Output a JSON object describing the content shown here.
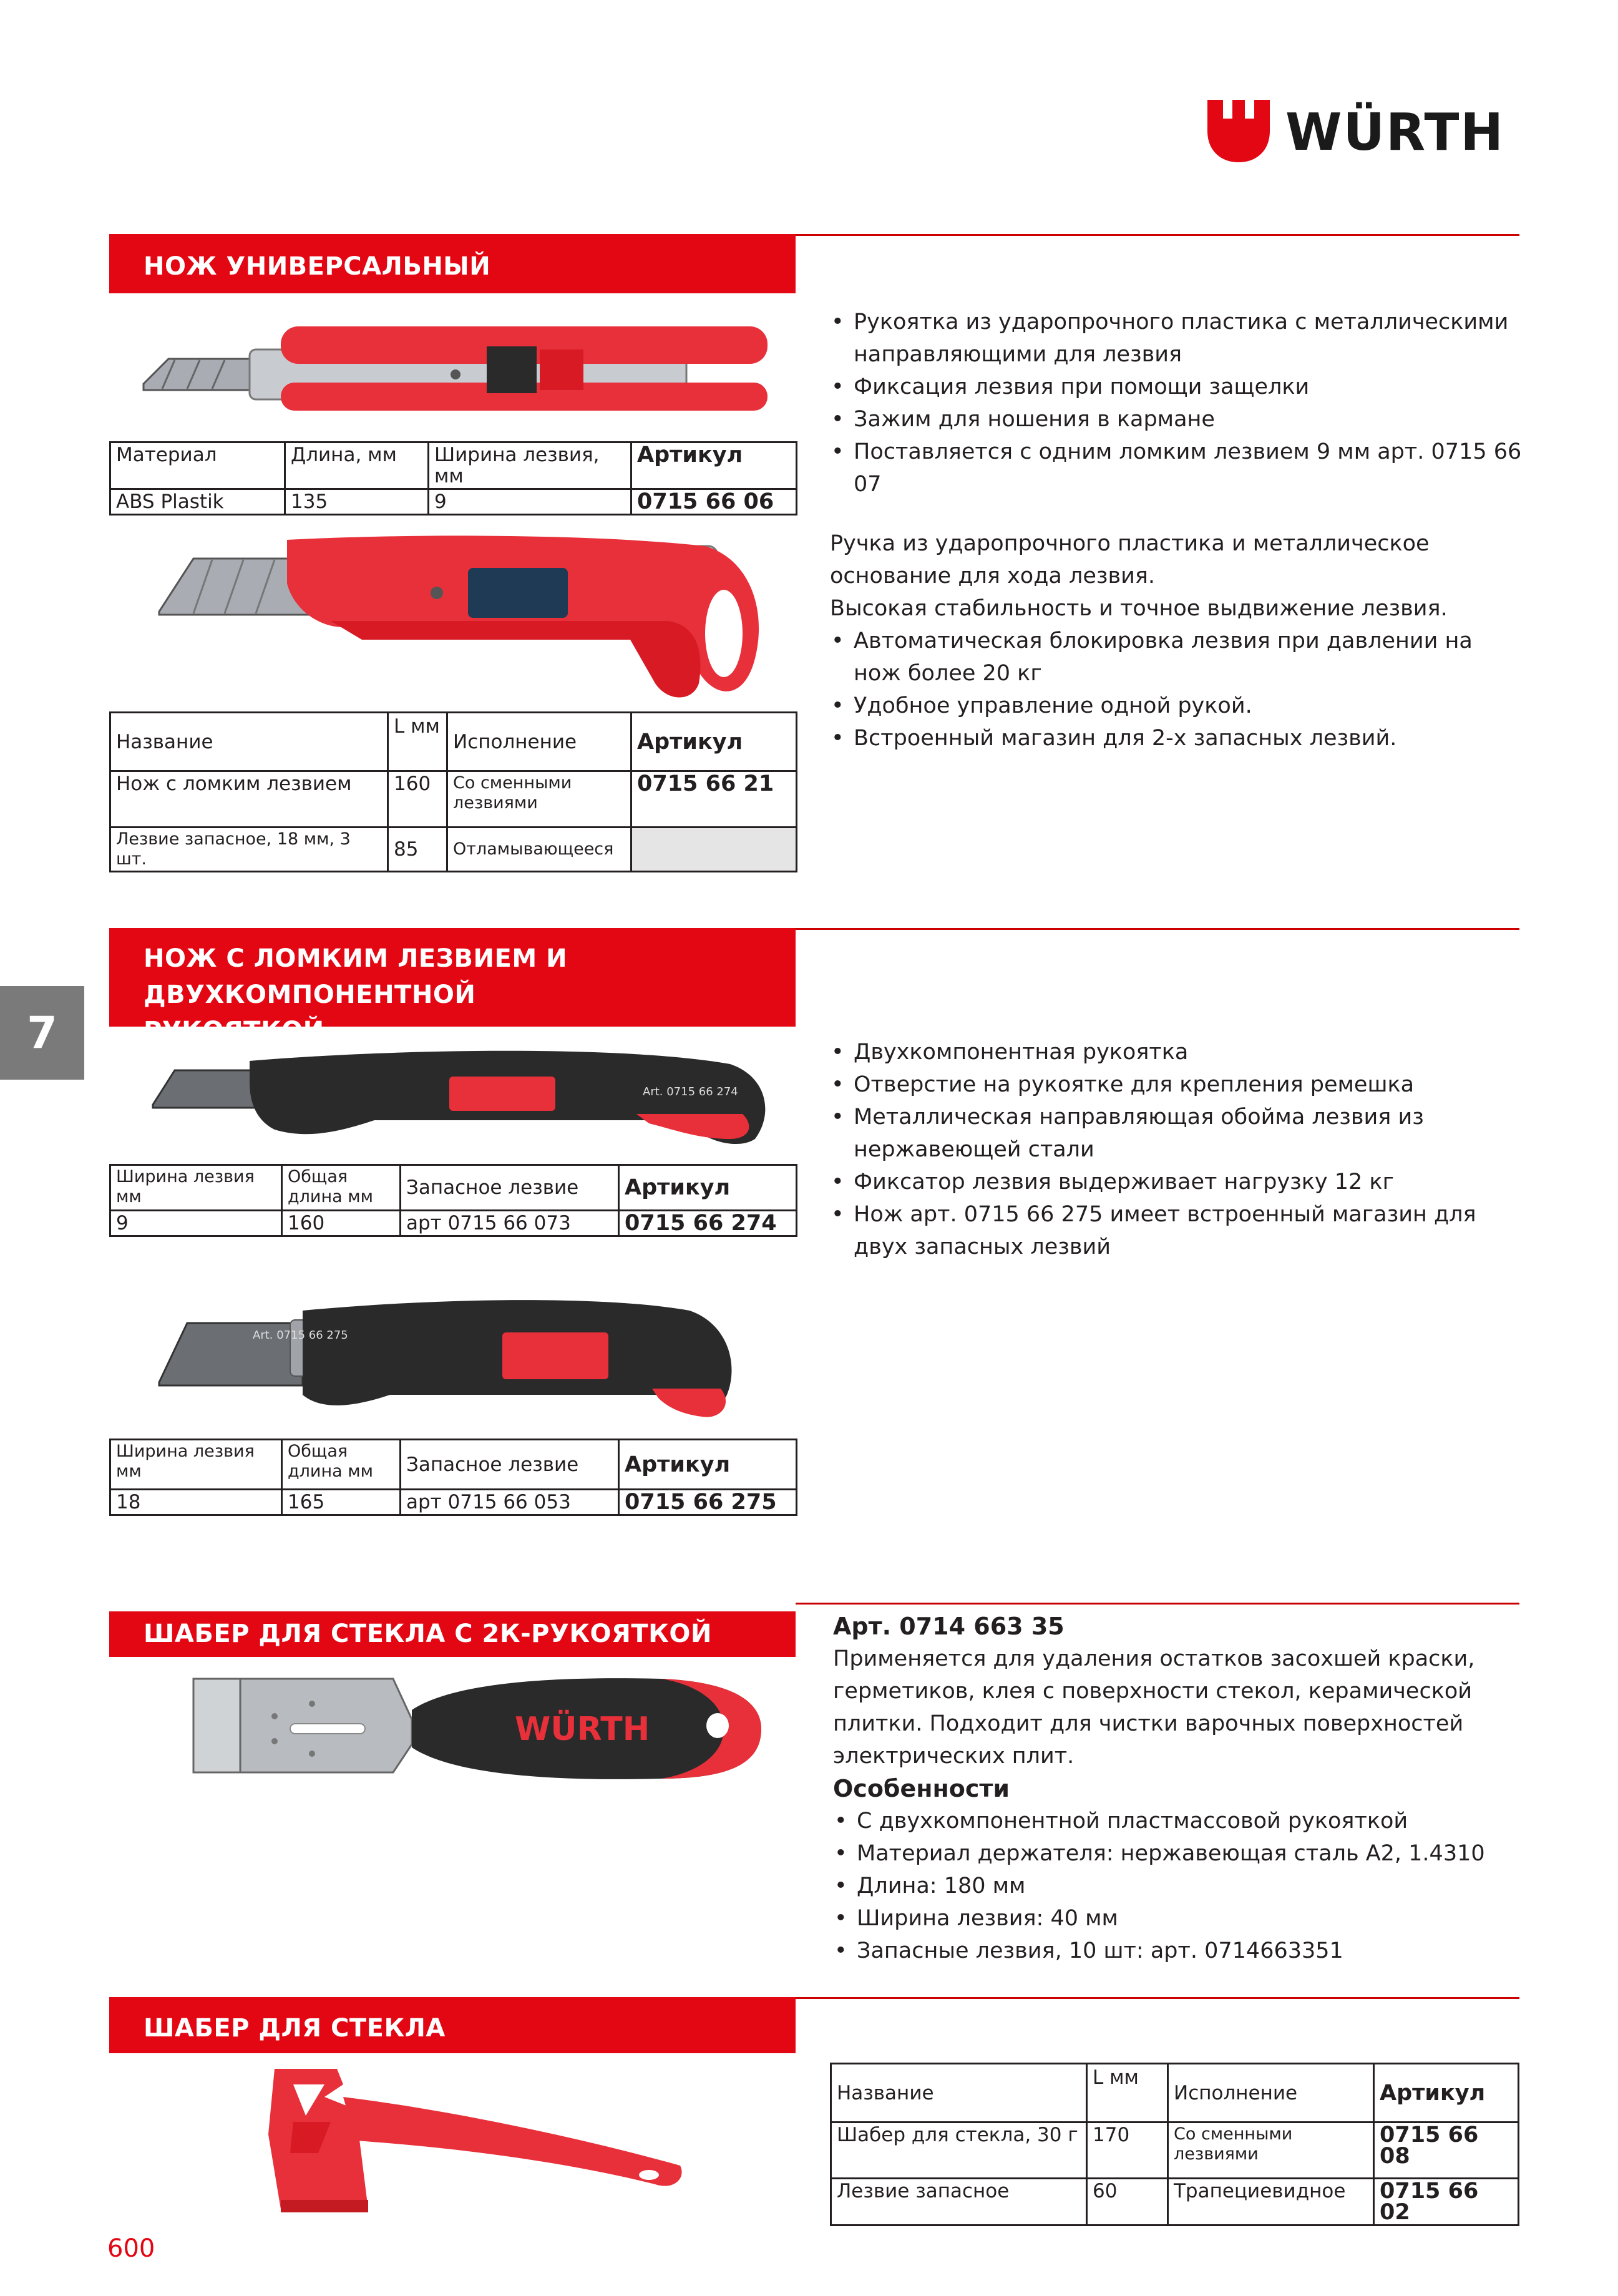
{
  "brand": {
    "name": "WÜRTH",
    "red": "#e30613",
    "dark": "#231f20"
  },
  "chapter_tab": "7",
  "page_number": "600",
  "sections": {
    "s1": {
      "title": "НОЖ УНИВЕРСАЛЬНЫЙ",
      "bullets": [
        "Рукоятка из ударопрочного пластика с металлическими направляющими для лезвия",
        "Фиксация лезвия при помощи защелки",
        "Зажим для ношения в кармане",
        "Поставляется с одним ломким лезвием 9 мм арт. 0715 66 07"
      ],
      "table1": {
        "headers": [
          "Материал",
          "Длина, мм",
          "Ширина лезвия, мм",
          "Артикул"
        ],
        "row": [
          "ABS Plastik",
          "135",
          "9",
          "0715 66 06"
        ]
      },
      "desc": [
        "Ручка из ударопрочного пластика и металлическое основание для хода лезвия.",
        "Высокая стабильность и точное выдвижение лезвия."
      ],
      "bullets2": [
        "Автоматическая блокировка лезвия при давлении на нож более 20 кг",
        "Удобное управление одной рукой.",
        "Встроенный магазин для 2-х запасных лезвий."
      ],
      "table2": {
        "headers": [
          "Название",
          "L мм",
          "Исполнение",
          "Артикул"
        ],
        "rows": [
          [
            "Нож с ломким лезвием",
            "160",
            "Со сменными лезвиями",
            "0715 66 21"
          ],
          [
            "Лезвие запасное, 18 мм, 3 шт.",
            "85",
            "Отламывающееся",
            ""
          ]
        ]
      }
    },
    "s2": {
      "title_line1": "НОЖ С ЛОМКИМ ЛЕЗВИЕМ И ДВУХКОМПОНЕНТНОЙ",
      "title_line2": "РУКОЯТКОЙ",
      "bullets": [
        "Двухкомпонентная рукоятка",
        "Отверстие на рукоятке для крепления ремешка",
        "Металлическая направляющая обойма лезвия из нержавеющей стали",
        "Фиксатор лезвия выдерживает нагрузку 12 кг",
        "Нож арт. 0715 66 275 имеет встроенный магазин для двух запасных лезвий"
      ],
      "knife1_label": "Art. 0715 66 274",
      "knife2_label": "Art. 0715 66 275",
      "table1": {
        "headers": [
          "Ширина лезвия мм",
          "Общая длина мм",
          "Запасное лезвие",
          "Артикул"
        ],
        "row": [
          "9",
          "160",
          "арт 0715 66 073",
          "0715 66 274"
        ]
      },
      "table2": {
        "headers": [
          "Ширина лезвия мм",
          "Общая длина мм",
          "Запасное лезвие",
          "Артикул"
        ],
        "row": [
          "18",
          "165",
          "арт 0715 66 053",
          "0715 66 275"
        ]
      }
    },
    "s3": {
      "title": "ШАБЕР ДЛЯ СТЕКЛА С 2К-РУКОЯТКОЙ",
      "art": "Арт. 0714 663 35",
      "desc": "Применяется для удаления остатков засохшей краски, герметиков, клея с поверхности стекол, керамической плитки. Подходит для чистки варочных поверхностей электрических плит.",
      "features_title": "Особенности",
      "bullets": [
        "С двухкомпонентной пластмассовой рукояткой",
        "Материал держателя: нержавеющая сталь A2, 1.4310",
        "Длина: 180 мм",
        "Ширина лезвия: 40 мм",
        "Запасные лезвия, 10 шт: арт. 0714663351"
      ],
      "handle_logo": "WÜRTH"
    },
    "s4": {
      "title": "ШАБЕР ДЛЯ СТЕКЛА",
      "table": {
        "headers": [
          "Название",
          "L мм",
          "Исполнение",
          "Артикул"
        ],
        "rows": [
          [
            "Шабер для стекла, 30 г",
            "170",
            "Со сменными лезвиями",
            "0715 66 08"
          ],
          [
            "Лезвие запасное",
            "60",
            "Трапециевидное",
            "0715 66 02"
          ]
        ]
      }
    }
  }
}
